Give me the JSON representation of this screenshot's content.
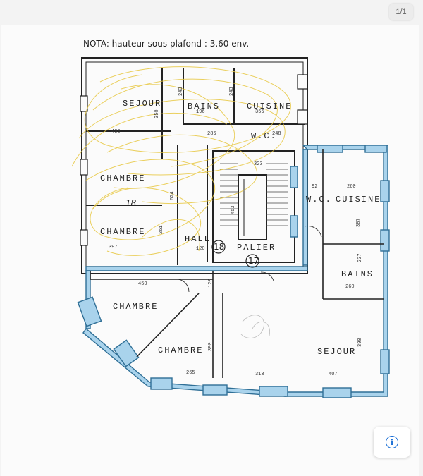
{
  "viewer": {
    "page_indicator": "1/1",
    "info_icon": "info-icon"
  },
  "plan": {
    "note": "NOTA: hauteur sous plafond : 3.60 env.",
    "rooms": {
      "sejour_top": "SEJOUR",
      "bains_top": "BAINS",
      "cuisine_top": "CUISINE",
      "wc_top": "W.C.",
      "chambre_a": "CHAMBRE",
      "chambre_b": "CHAMBRE",
      "hall": "HALL",
      "palier": "PALIER",
      "wc_right": "W.C.",
      "cuisine_right": "CUISINE",
      "bains_right": "BAINS",
      "chambre_c": "CHAMBRE",
      "chambre_d": "CHAMBRE",
      "sejour_bottom": "SEJOUR"
    },
    "unit_numbers": {
      "handwritten": "18",
      "circle_hall": "18",
      "circle_palier": "17"
    },
    "dimensions": {
      "d400": "400",
      "d350": "350",
      "d243a": "243",
      "d196": "196",
      "d243b": "243",
      "d356": "356",
      "d286": "286",
      "d248": "248",
      "d323": "323",
      "d624": "624",
      "d453": "453",
      "d92": "92",
      "d260a": "260",
      "d387": "387",
      "d261": "261",
      "d397": "397",
      "d120a": "120",
      "d237": "237",
      "d260b": "260",
      "d450": "450",
      "d120b": "120",
      "d390a": "390",
      "d390b": "390",
      "d265": "265",
      "d313": "313",
      "d407": "407"
    }
  },
  "colors": {
    "wall_blue": "#a9d3ec",
    "wall_blue_outline": "#2f6f96",
    "scribble": "#e8c842",
    "ink": "#222222"
  }
}
